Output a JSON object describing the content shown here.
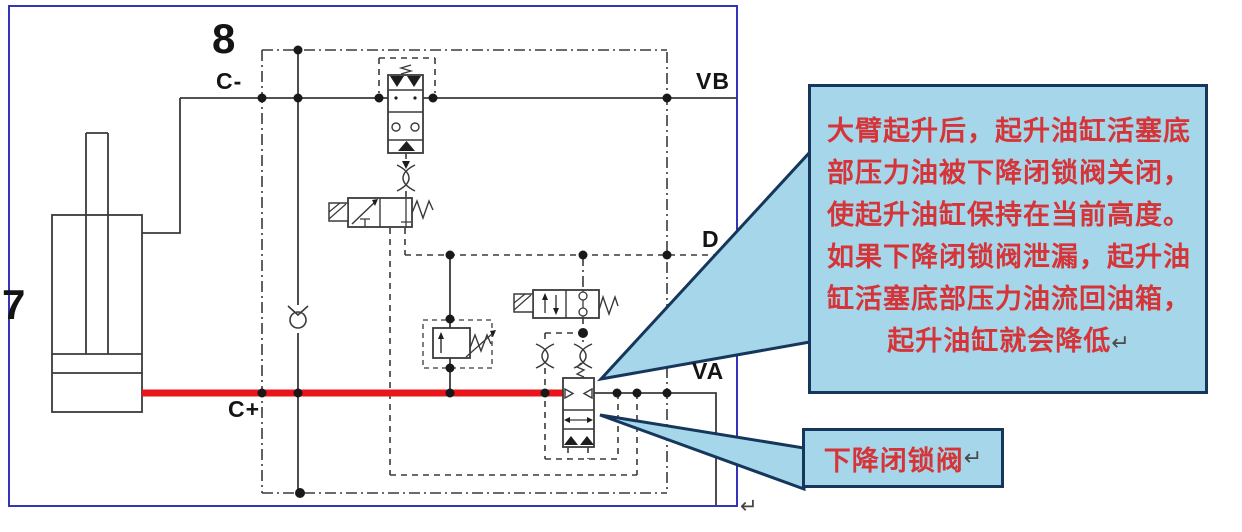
{
  "diagram": {
    "component_numbers": {
      "cylinder": "7",
      "valve_block": "8"
    },
    "port_labels": {
      "c_minus": "C-",
      "c_plus": "C+",
      "vb": "VB",
      "d": "D",
      "va": "VA"
    },
    "colors": {
      "pressure_line_red": "#e9141c",
      "schematic_line": "#3a3a3a",
      "panel_border_blue": "#3434bb"
    }
  },
  "callouts": {
    "colors": {
      "fill": "#a5d6e9",
      "border": "#16365c",
      "text_red": "#d53538"
    },
    "main": {
      "lines": [
        "大臂起升后，起升油缸活塞底",
        "部压力油被下降闭锁阀关闭，",
        "使起升油缸保持在当前高度。",
        "如果下降闭锁阀泄漏，起升油",
        "缸活塞底部压力油流回油箱，",
        "起升油缸就会降低"
      ],
      "return_mark": "↵"
    },
    "valve_label": {
      "text": "下降闭锁阀",
      "return_mark": "↵"
    }
  },
  "page": {
    "trailing_return_mark": "↵"
  }
}
